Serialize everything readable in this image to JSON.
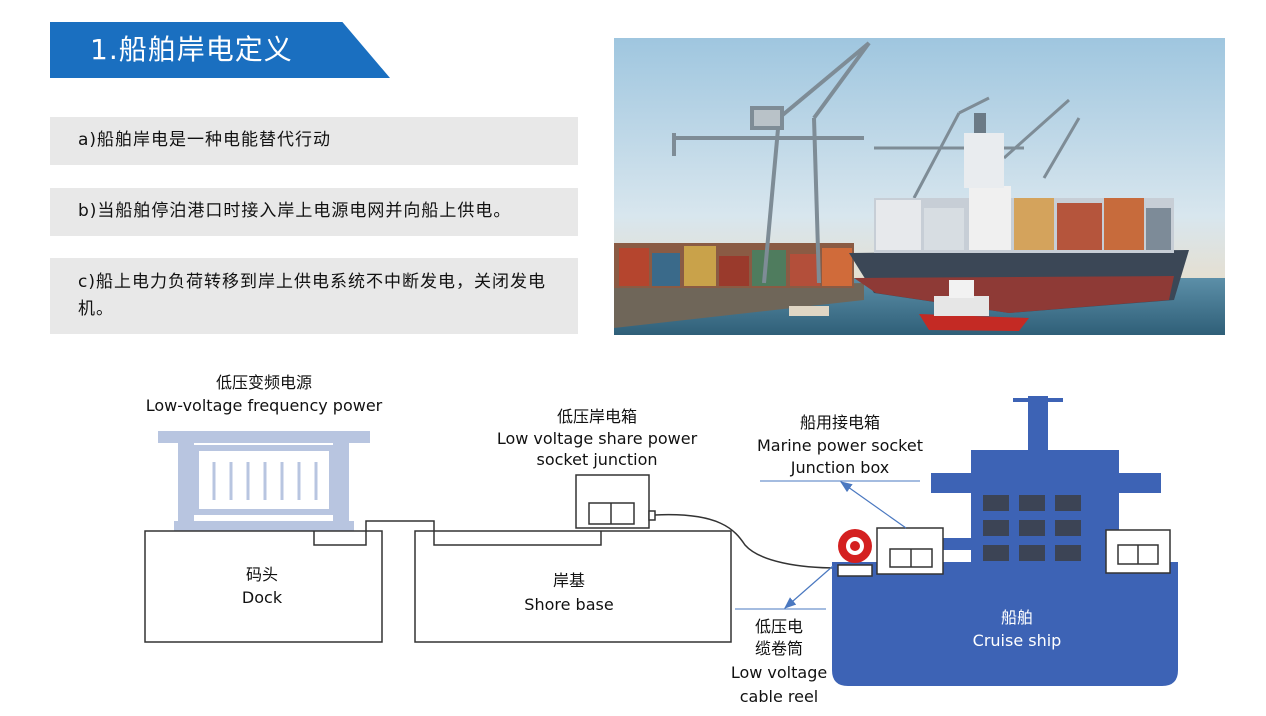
{
  "header": {
    "title": "1.船舶岸电定义"
  },
  "points": [
    {
      "text": "a)船舶岸电是一种电能替代行动"
    },
    {
      "text": "b)当船舶停泊港口时接入岸上电源电网并向船上供电。"
    },
    {
      "text": "c)船上电力负荷转移到岸上供电系统不中断发电，关闭发电机。"
    }
  ],
  "diagram": {
    "power_source": {
      "cn": "低压变频电源",
      "en": "Low-voltage frequency power"
    },
    "shore_box": {
      "cn": "低压岸电箱",
      "en1": "Low voltage share power",
      "en2": "socket junction"
    },
    "marine_box": {
      "cn": "船用接电箱",
      "en1": "Marine power socket",
      "en2": "Junction box"
    },
    "dock": {
      "cn": "码头",
      "en": "Dock"
    },
    "shore_base": {
      "cn": "岸基",
      "en": "Shore base"
    },
    "ship": {
      "cn": "船舶",
      "en": "Cruise ship"
    },
    "reel": {
      "cn1": "低压电",
      "cn2": "缆卷筒",
      "en1": "Low voltage",
      "en2": "cable reel"
    }
  },
  "colors": {
    "banner": "#1a6fc0",
    "point_bg": "#e8e8e8",
    "ship": "#3d63b5",
    "frame": "#b8c5e0",
    "reel": "#d42020",
    "window": "#3c4455"
  }
}
